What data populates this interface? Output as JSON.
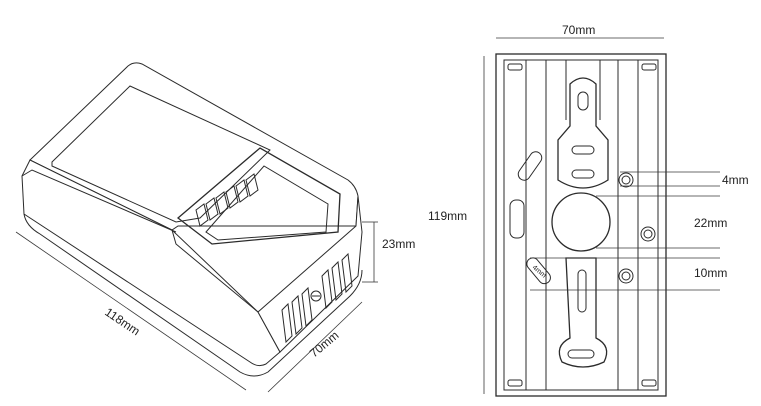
{
  "diagram": {
    "left_view": {
      "length_label": "118mm",
      "width_label": "70mm",
      "height_label": "23mm"
    },
    "right_view": {
      "top_width_label": "70mm",
      "height_label": "119mm",
      "hole_small_label": "4mm",
      "hole_large_label": "22mm",
      "spacing_label": "10mm",
      "slot_label": "4mm"
    }
  }
}
